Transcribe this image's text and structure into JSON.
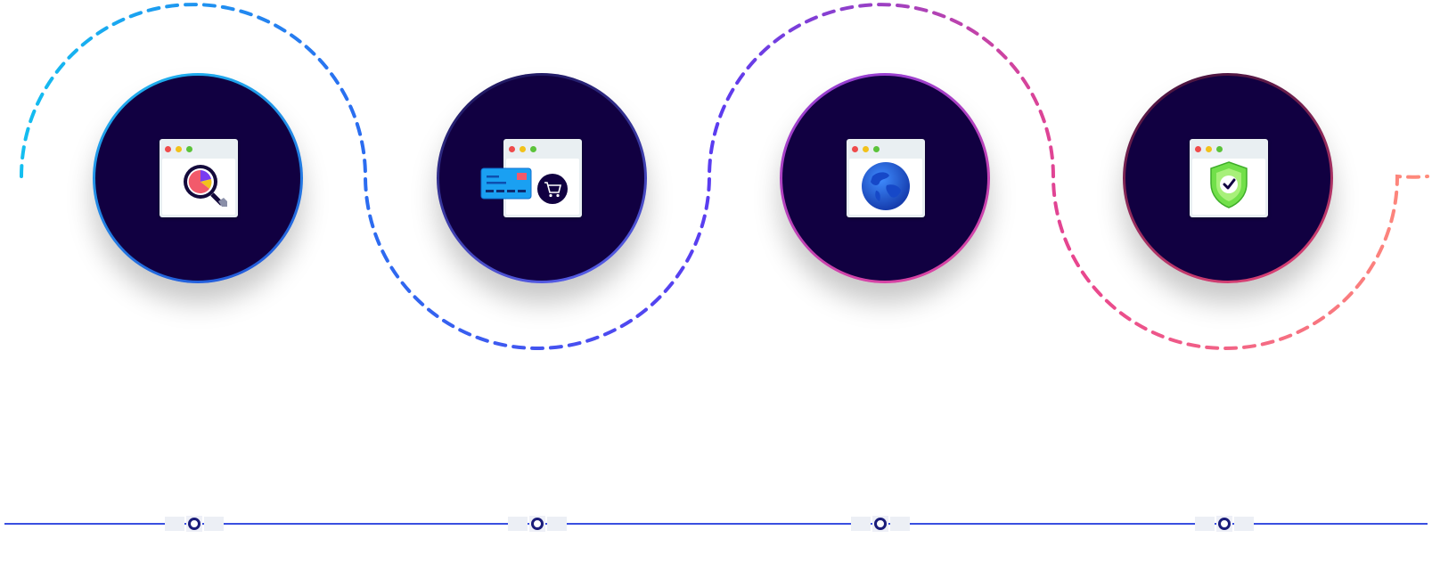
{
  "steps": [
    {
      "id": "analytics",
      "icon": "analytics-magnifier-icon",
      "ring": [
        "#1fb8f0",
        "#2552d8"
      ]
    },
    {
      "id": "payment",
      "icon": "payment-card-cart-icon",
      "ring": [
        "#1a1050",
        "#5a63f5"
      ]
    },
    {
      "id": "global",
      "icon": "globe-icon",
      "ring": [
        "#8f3fd8",
        "#e0449c"
      ]
    },
    {
      "id": "security",
      "icon": "security-shield-icon",
      "ring": [
        "#3a0f3a",
        "#e8457a"
      ]
    }
  ],
  "colors": {
    "disc": "#110041",
    "wave_start": "#12c3f0",
    "wave_mid": "#5b3cf0",
    "wave_pink": "#e8458e",
    "wave_end": "#ff8c7a",
    "timeline": "#3a4fe0"
  }
}
